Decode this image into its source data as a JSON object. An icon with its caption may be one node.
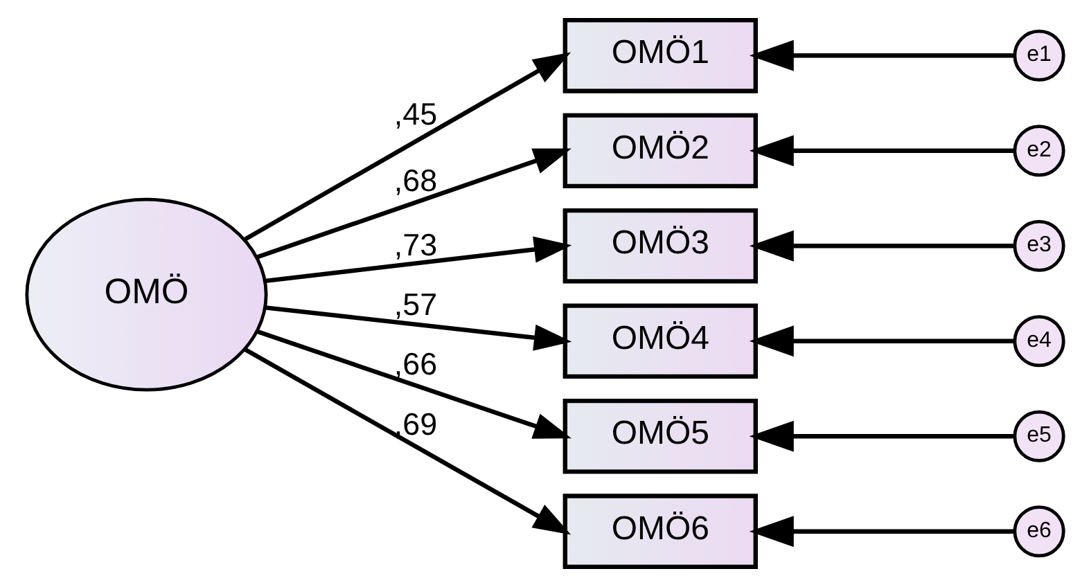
{
  "diagram": {
    "nodes": [
      {
        "text": [
          "OMÖ"
        ]
      },
      {
        "text": [
          "OMÖ1"
        ]
      },
      {
        "text": [
          "OMÖ2"
        ]
      },
      {
        "text": [
          "OMÖ3"
        ]
      },
      {
        "text": [
          "OMÖ4"
        ]
      },
      {
        "text": [
          "OMÖ5"
        ]
      },
      {
        "text": [
          "OMÖ6"
        ]
      },
      {
        "text": [
          "e1"
        ]
      },
      {
        "text": [
          "e2"
        ]
      },
      {
        "text": [
          "e3"
        ]
      },
      {
        "text": [
          "e4"
        ]
      },
      {
        "text": [
          "e5"
        ]
      },
      {
        "text": [
          "e6"
        ]
      }
    ],
    "edges": [
      {
        "from": 0,
        "to": 1,
        "arrow": "to",
        "label": ",45"
      },
      {
        "from": 0,
        "to": 2,
        "arrow": "to",
        "label": ",68"
      },
      {
        "from": 0,
        "to": 3,
        "arrow": "to",
        "label": ",73"
      },
      {
        "from": 0,
        "to": 4,
        "arrow": "to",
        "label": ",57"
      },
      {
        "from": 0,
        "to": 5,
        "arrow": "to",
        "label": ",66"
      },
      {
        "from": 0,
        "to": 6,
        "arrow": "to",
        "label": ",69"
      },
      {
        "from": 7,
        "to": 1,
        "arrow": "to"
      },
      {
        "from": 8,
        "to": 2,
        "arrow": "to"
      },
      {
        "from": 9,
        "to": 3,
        "arrow": "to"
      },
      {
        "from": 10,
        "to": 4,
        "arrow": "to"
      },
      {
        "from": 11,
        "to": 5,
        "arrow": "to"
      },
      {
        "from": 12,
        "to": 6,
        "arrow": "to"
      }
    ]
  }
}
